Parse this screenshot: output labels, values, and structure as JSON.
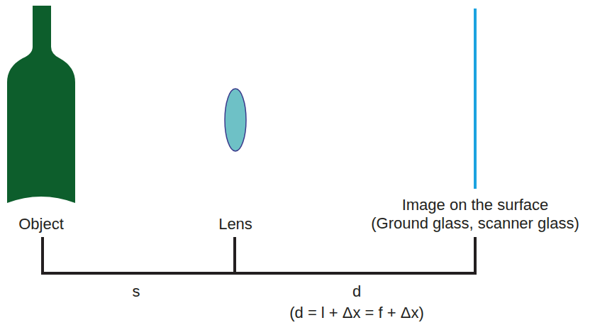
{
  "diagram": {
    "labels": [
      "Object",
      "Lens",
      "Image on the surface (Ground glass, scanner glass)",
      "s",
      "d",
      "(d = l + Δx = f + Δx)"
    ]
  }
}
